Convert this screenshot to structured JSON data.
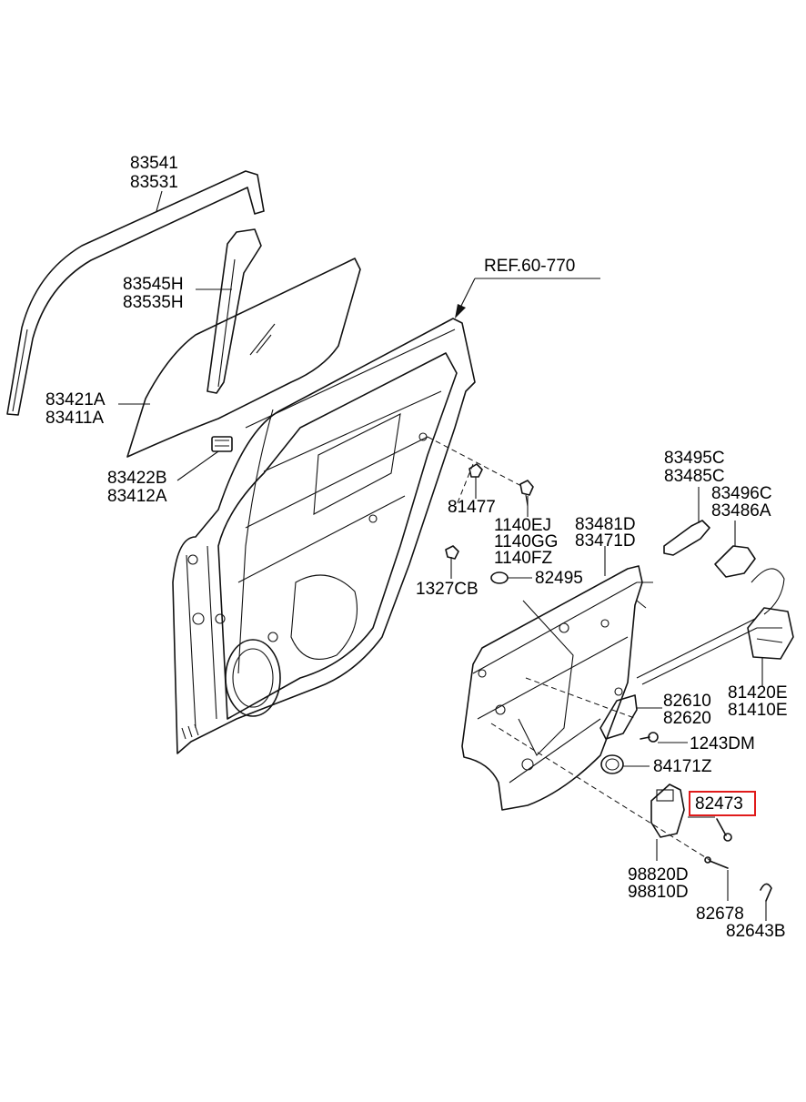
{
  "labels": {
    "l83541": "83541",
    "l83531": "83531",
    "l83545H": "83545H",
    "l83535H": "83535H",
    "ref": "REF.60-770",
    "l83421A": "83421A",
    "l83411A": "83411A",
    "l83422B": "83422B",
    "l83412A": "83412A",
    "l81477": "81477",
    "l1140EJ": "1140EJ",
    "l1140GG": "1140GG",
    "l1140FZ": "1140FZ",
    "l1327CB": "1327CB",
    "l82495": "82495",
    "l83481D": "83481D",
    "l83471D": "83471D",
    "l83495C": "83495C",
    "l83485C": "83485C",
    "l83496C": "83496C",
    "l83486A": "83486A",
    "l81420E": "81420E",
    "l81410E": "81410E",
    "l82610": "82610",
    "l82620": "82620",
    "l1243DM": "1243DM",
    "l84171Z": "84171Z",
    "l82473": "82473",
    "l98820D": "98820D",
    "l98810D": "98810D",
    "l82678": "82678",
    "l82643B": "82643B"
  },
  "highlight_color": "#e01b1b"
}
